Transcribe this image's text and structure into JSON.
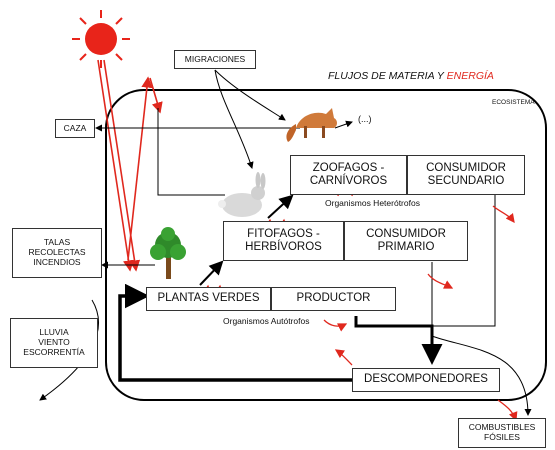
{
  "title": {
    "prefix": "FLUJOS DE MATERIA Y ",
    "highlight": "ENERGÍA",
    "highlight_color": "#e0281e"
  },
  "ecosystem_label": "ECOSISTEMA",
  "external": {
    "migraciones": "MIGRACIONES",
    "caza": "CAZA",
    "talas": [
      "TALAS",
      "RECOLECTAS",
      "INCENDIOS"
    ],
    "lluvia": [
      "LLUVIA",
      "VIENTO",
      "ESCORRENTÍA"
    ],
    "combustibles": [
      "COMBUSTIBLES",
      "FÓSILES"
    ]
  },
  "levels": {
    "zoofagos": [
      "ZOOFAGOS -",
      "CARNÍVOROS"
    ],
    "consumidor_secundario": [
      "CONSUMIDOR",
      "SECUNDARIO"
    ],
    "heterotrofos": "Organismos Heterótrofos",
    "fitofagos": [
      "FITOFAGOS -",
      "HERBÍVOROS"
    ],
    "consumidor_primario": [
      "CONSUMIDOR",
      "PRIMARIO"
    ],
    "plantas": "PLANTAS VERDES",
    "productor": "PRODUCTOR",
    "autotrofos": "Organismos Autótrofos",
    "descomponedores": "DESCOMPONEDORES"
  },
  "ellipsis": "(...)",
  "icons": [
    "sun-icon",
    "fox-icon",
    "rabbit-icon",
    "tree-icon"
  ],
  "colors": {
    "energy": "#e0281e",
    "matter": "#000000",
    "sun": "#e8241a"
  }
}
